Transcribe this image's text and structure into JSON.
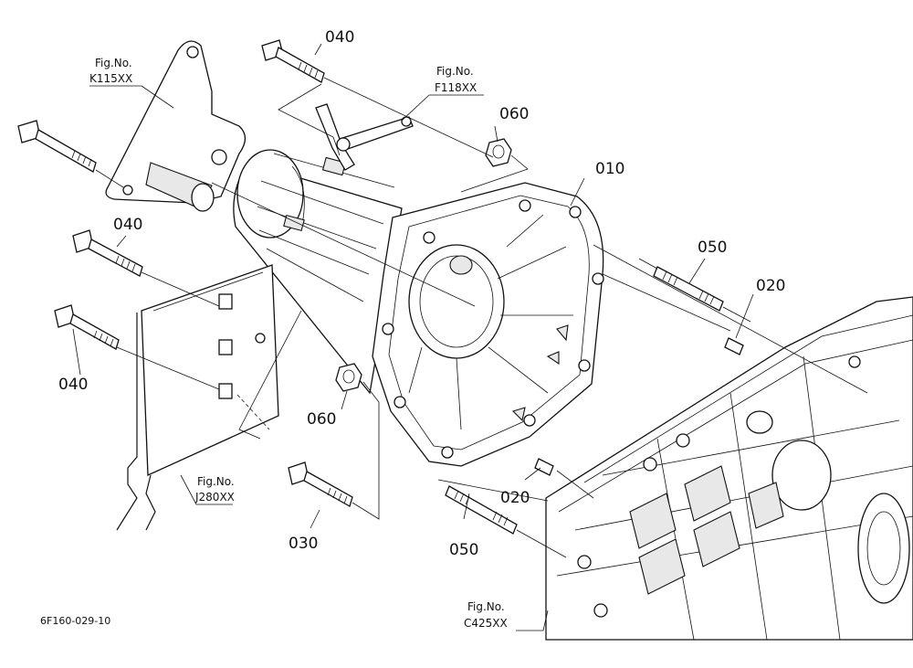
{
  "callouts": {
    "c010": "010",
    "c020a": "020",
    "c020b": "020",
    "c030": "030",
    "c040a": "040",
    "c040b": "040",
    "c040c": "040",
    "c050a": "050",
    "c050b": "050",
    "c060a": "060",
    "c060b": "060"
  },
  "figrefs": {
    "k115": {
      "label": "Fig.No.",
      "code": "K115XX"
    },
    "f118": {
      "label": "Fig.No.",
      "code": "F118XX"
    },
    "j280": {
      "label": "Fig.No.",
      "code": "J280XX"
    },
    "c425": {
      "label": "Fig.No.",
      "code": "C425XX"
    }
  },
  "drawing_code": "6F160-029-10"
}
